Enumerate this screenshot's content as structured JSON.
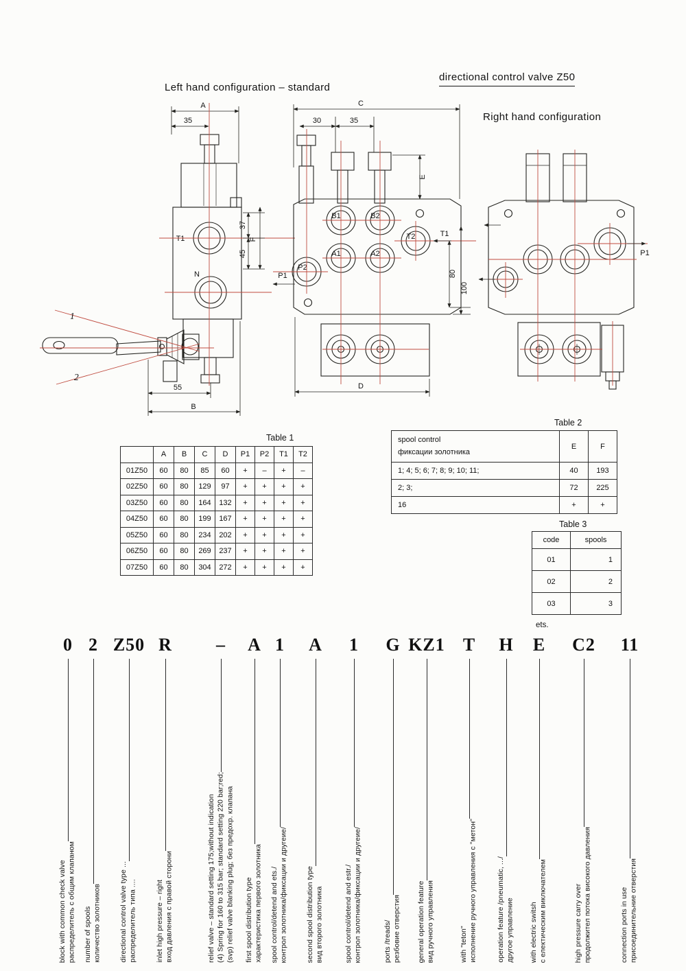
{
  "header": {
    "left_config_title": "Left hand configuration – standard",
    "main_title": "directional control valve Z50",
    "right_config_title": "Right hand configuration"
  },
  "drawings": {
    "left": {
      "dim_a": "A",
      "dim_35": "35",
      "dim_37": "37",
      "dim_f": "F",
      "dim_45": "45",
      "dim_55": "55",
      "dim_b": "B",
      "port_t1": "T1",
      "port_n": "N",
      "lever_pos_1": "1",
      "lever_pos_2": "2"
    },
    "middle": {
      "dim_c": "C",
      "dim_30": "30",
      "dim_35": "35",
      "dim_e": "E",
      "dim_80": "80",
      "dim_100": "100",
      "dim_d": "D",
      "port_b1": "B1",
      "port_b2": "B2",
      "port_t2": "T2",
      "port_a1": "A1",
      "port_a2": "A2",
      "port_p2": "P2",
      "label_t1": "T1",
      "label_p1": "P1"
    },
    "right": {
      "label_p1": "P1"
    }
  },
  "table1": {
    "title": "Table 1",
    "headers": [
      "",
      "A",
      "B",
      "C",
      "D",
      "P1",
      "P2",
      "T1",
      "T2"
    ],
    "rows": [
      [
        "01Z50",
        "60",
        "80",
        "85",
        "60",
        "+",
        "–",
        "+",
        "–"
      ],
      [
        "02Z50",
        "60",
        "80",
        "129",
        "97",
        "+",
        "+",
        "+",
        "+"
      ],
      [
        "03Z50",
        "60",
        "80",
        "164",
        "132",
        "+",
        "+",
        "+",
        "+"
      ],
      [
        "04Z50",
        "60",
        "80",
        "199",
        "167",
        "+",
        "+",
        "+",
        "+"
      ],
      [
        "05Z50",
        "60",
        "80",
        "234",
        "202",
        "+",
        "+",
        "+",
        "+"
      ],
      [
        "06Z50",
        "60",
        "80",
        "269",
        "237",
        "+",
        "+",
        "+",
        "+"
      ],
      [
        "07Z50",
        "60",
        "80",
        "304",
        "272",
        "+",
        "+",
        "+",
        "+"
      ]
    ]
  },
  "table2": {
    "title": "Table 2",
    "header_main": "spool control\nфиксации золотника",
    "header_e": "E",
    "header_f": "F",
    "rows": [
      [
        "1;  4;  5;  6;  7;  8;  9;  10;  11;",
        "40",
        "193"
      ],
      [
        "2;  3;",
        "72",
        "225"
      ],
      [
        "16",
        "+",
        "+"
      ]
    ]
  },
  "table3": {
    "title": "Table 3",
    "header_code": "code",
    "header_spools": "spools",
    "rows": [
      [
        "01",
        "1"
      ],
      [
        "02",
        "2"
      ],
      [
        "03",
        "3"
      ]
    ],
    "more": "ets."
  },
  "order_code": {
    "segments": [
      {
        "code": "0",
        "label": "block with common check valve\nраспределитель с общим клапаном"
      },
      {
        "code": "2",
        "label": "number of spools\nколичество золотников"
      },
      {
        "code": "Z50",
        "label": "directional control valve type ...\nраспределитель типа ...."
      },
      {
        "code": "R",
        "label": "inlet high pressure – right\nвход давления с правой сторони"
      },
      {
        "code": "–",
        "label": "relief valve – standard setting 175;without indication\n(4) Spring for 160 to 315 bar;  standard setting 220 bar;red;\n(svp) relief valve blanking plug;  без предохр. клапана"
      },
      {
        "code": "A",
        "label": "first spool distribution type\nхарактеристика первого золотника"
      },
      {
        "code": "1",
        "label": "spool control/detend and ets./\nконтрол золотника/фиксации и другеие/"
      },
      {
        "code": "A",
        "label": "second spool distribution type\nвид второго золотника"
      },
      {
        "code": "1",
        "label": "spool control/detend and estr./\nконтрол золотника/фиксации и другеие/"
      },
      {
        "code": "G",
        "label": "ports /treads/\nрезбовие отверстия"
      },
      {
        "code": "KZ1",
        "label": "general operation feature\nвид ручного управления"
      },
      {
        "code": "T",
        "label": "with \"teton\"\nисполнение ручного управления с \"метон\""
      },
      {
        "code": "H",
        "label": "operation feature /pneumatic, .../\nдругое управление"
      },
      {
        "code": "E",
        "label": "with electric switsh\nс електическим виключателем"
      },
      {
        "code": "C2",
        "label": "high pressure carry over\nпродолжител потока високого давления"
      },
      {
        "code": "11",
        "label": "connection ports in use\nприсоединительние отверстия"
      }
    ]
  }
}
